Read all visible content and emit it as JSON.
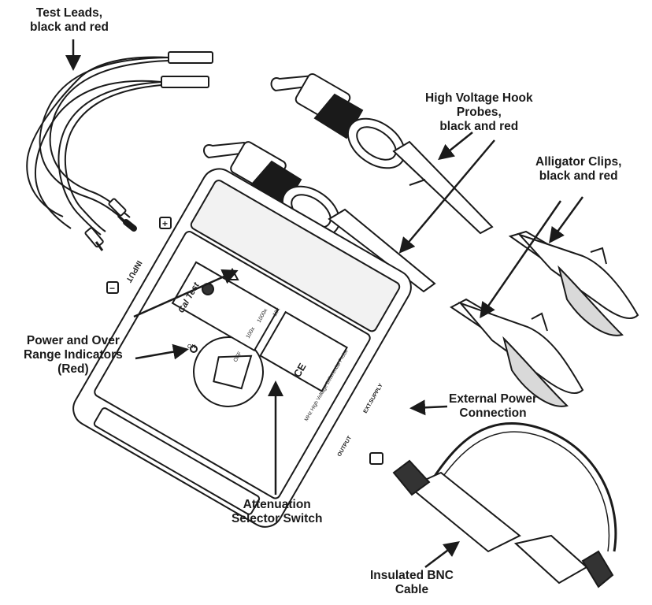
{
  "labels": {
    "test_leads": [
      "Test Leads,",
      "black and red"
    ],
    "hook_probes": [
      "High Voltage Hook",
      "Probes,",
      "black and red"
    ],
    "alligator_clips": [
      "Alligator Clips,",
      "black and red"
    ],
    "indicators": [
      "Power and Over",
      "Range Indicators",
      "(Red)"
    ],
    "external_power": [
      "External Power",
      "Connection"
    ],
    "attenuation": [
      "Attenuation",
      "Selector Switch"
    ],
    "bnc_cable": [
      "Insulated BNC",
      "Cable"
    ]
  },
  "device": {
    "brand": "Cal Test",
    "input_label": "INPUT",
    "plus": "+",
    "minus": "−",
    "on_label": "ON",
    "off_label": "OFF",
    "range_100": "100x",
    "range_1000": "1000x",
    "range_10": "10x",
    "ce_mark": "CE",
    "model_text": "MHz High Voltage Differential Probe",
    "ext_supply": "EXT.SUPPLY",
    "output": "OUTPUT"
  },
  "colors": {
    "line": "#1a1a1a",
    "background": "#ffffff"
  }
}
